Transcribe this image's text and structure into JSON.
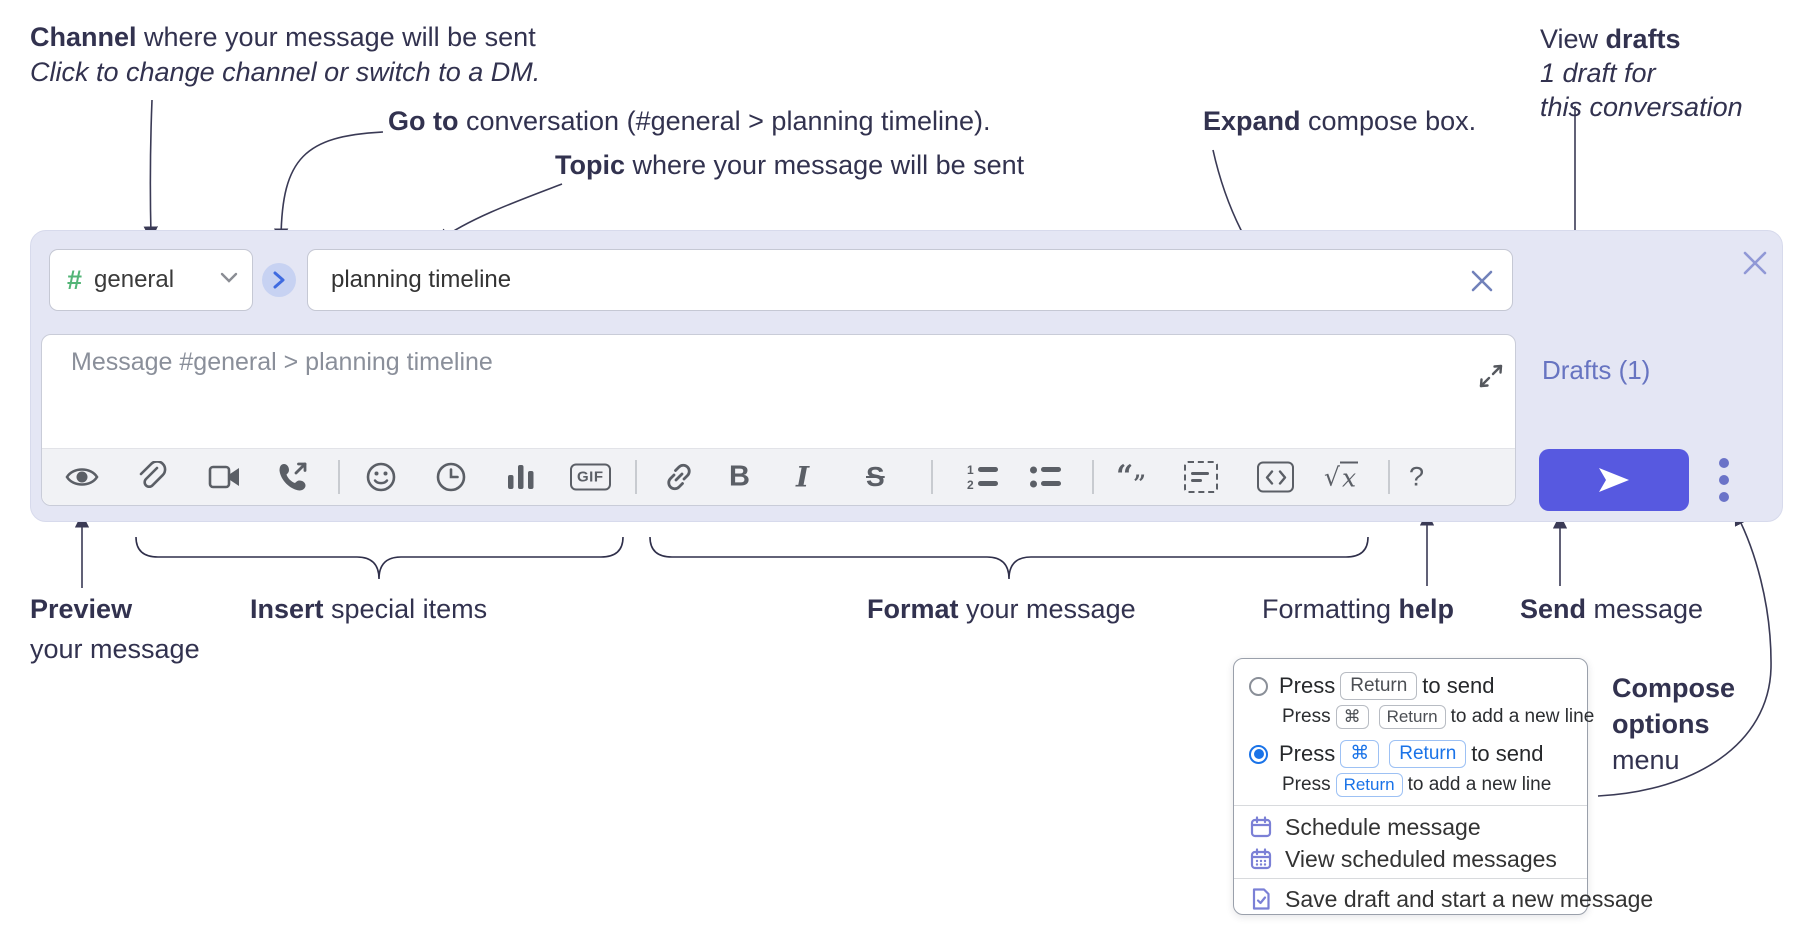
{
  "annotations": {
    "channel": {
      "bold": "Channel",
      "rest": " where your message will be sent",
      "line2": "Click to change channel or switch to a DM."
    },
    "goto": {
      "bold": "Go to",
      "rest": " conversation (#general > planning timeline)."
    },
    "topic": {
      "bold": "Topic",
      "rest": " where your message will be sent"
    },
    "expand": {
      "bold": "Expand",
      "rest": " compose box."
    },
    "drafts": {
      "line1_regular": "View ",
      "line1_bold": "drafts",
      "line2": "1 draft for",
      "line3": "this conversation"
    },
    "preview": {
      "bold": "Preview",
      "line2": "your message"
    },
    "insert": {
      "bold": "Insert",
      "rest": " special items"
    },
    "format": {
      "bold": "Format",
      "rest": " your message"
    },
    "formatting_help": {
      "regular": "Formatting ",
      "bold": "help"
    },
    "send": {
      "bold": "Send",
      "rest": " message"
    },
    "compose_options": {
      "line1": "Compose",
      "line2": "options",
      "line3": "menu"
    }
  },
  "compose": {
    "channel_selector": {
      "hash": "#",
      "label": "general"
    },
    "topic_input": {
      "value": "planning timeline"
    },
    "message_input": {
      "placeholder": "Message #general > planning timeline"
    },
    "drafts_link": "Drafts (1)",
    "toolbar": {
      "gif_label": "GIF",
      "bold_label": "B",
      "italic_label": "I",
      "strike_label": "S",
      "math_root": "√",
      "math_x": "x",
      "help_label": "?",
      "icons": [
        "preview-eye",
        "attach-paperclip",
        "video-call",
        "voice-call",
        "emoji-smiley",
        "schedule-clock",
        "poll-chart",
        "gif",
        "link",
        "bold",
        "italic",
        "strikethrough",
        "numbered-list",
        "bulleted-list",
        "quote",
        "spoiler",
        "code",
        "math",
        "help"
      ]
    },
    "colors": {
      "accent_send": "#5759e0",
      "channel_green": "#53b577",
      "drafts_link": "#6774c1",
      "selected_blue": "#1a73e8"
    }
  },
  "popup": {
    "press": "Press",
    "to_send": "to send",
    "to_newline": "to add a new line",
    "key_return": "Return",
    "key_cmd": "⌘",
    "items": [
      "Schedule message",
      "View scheduled messages",
      "Save draft and start a new message"
    ]
  }
}
